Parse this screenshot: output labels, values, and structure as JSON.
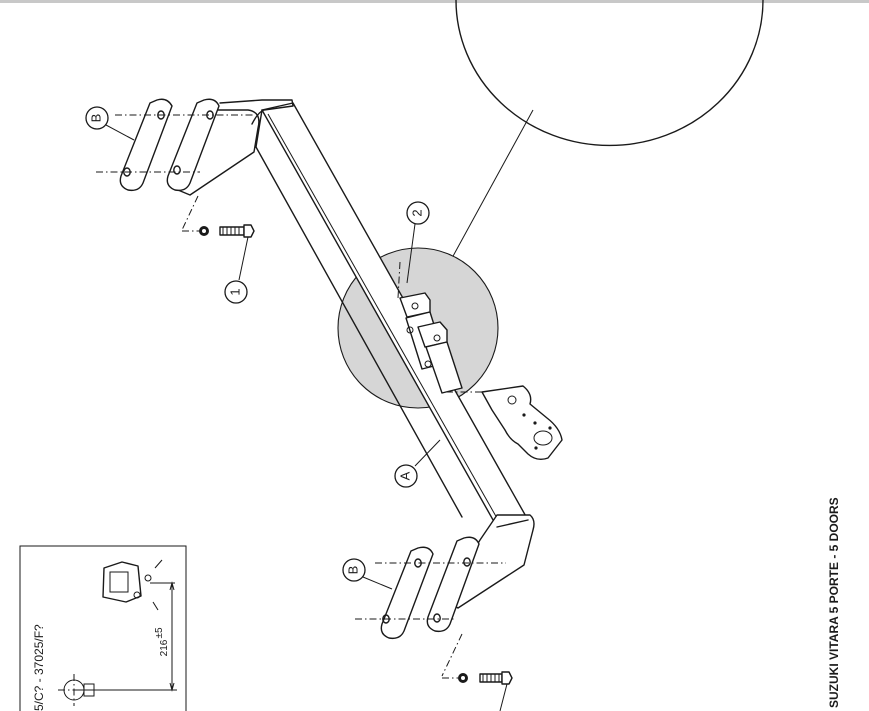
{
  "callouts": {
    "bracket_upper": "B",
    "bracket_lower": "B",
    "crossbar": "A",
    "bolt": "1",
    "ball_plate": "2"
  },
  "inset": {
    "reference": "5/C? - 37025/F?",
    "dimension": "216",
    "tolerance": "±5"
  },
  "vehicle_title": "SUZUKI VITARA 5 PORTE - 5 DOORS"
}
